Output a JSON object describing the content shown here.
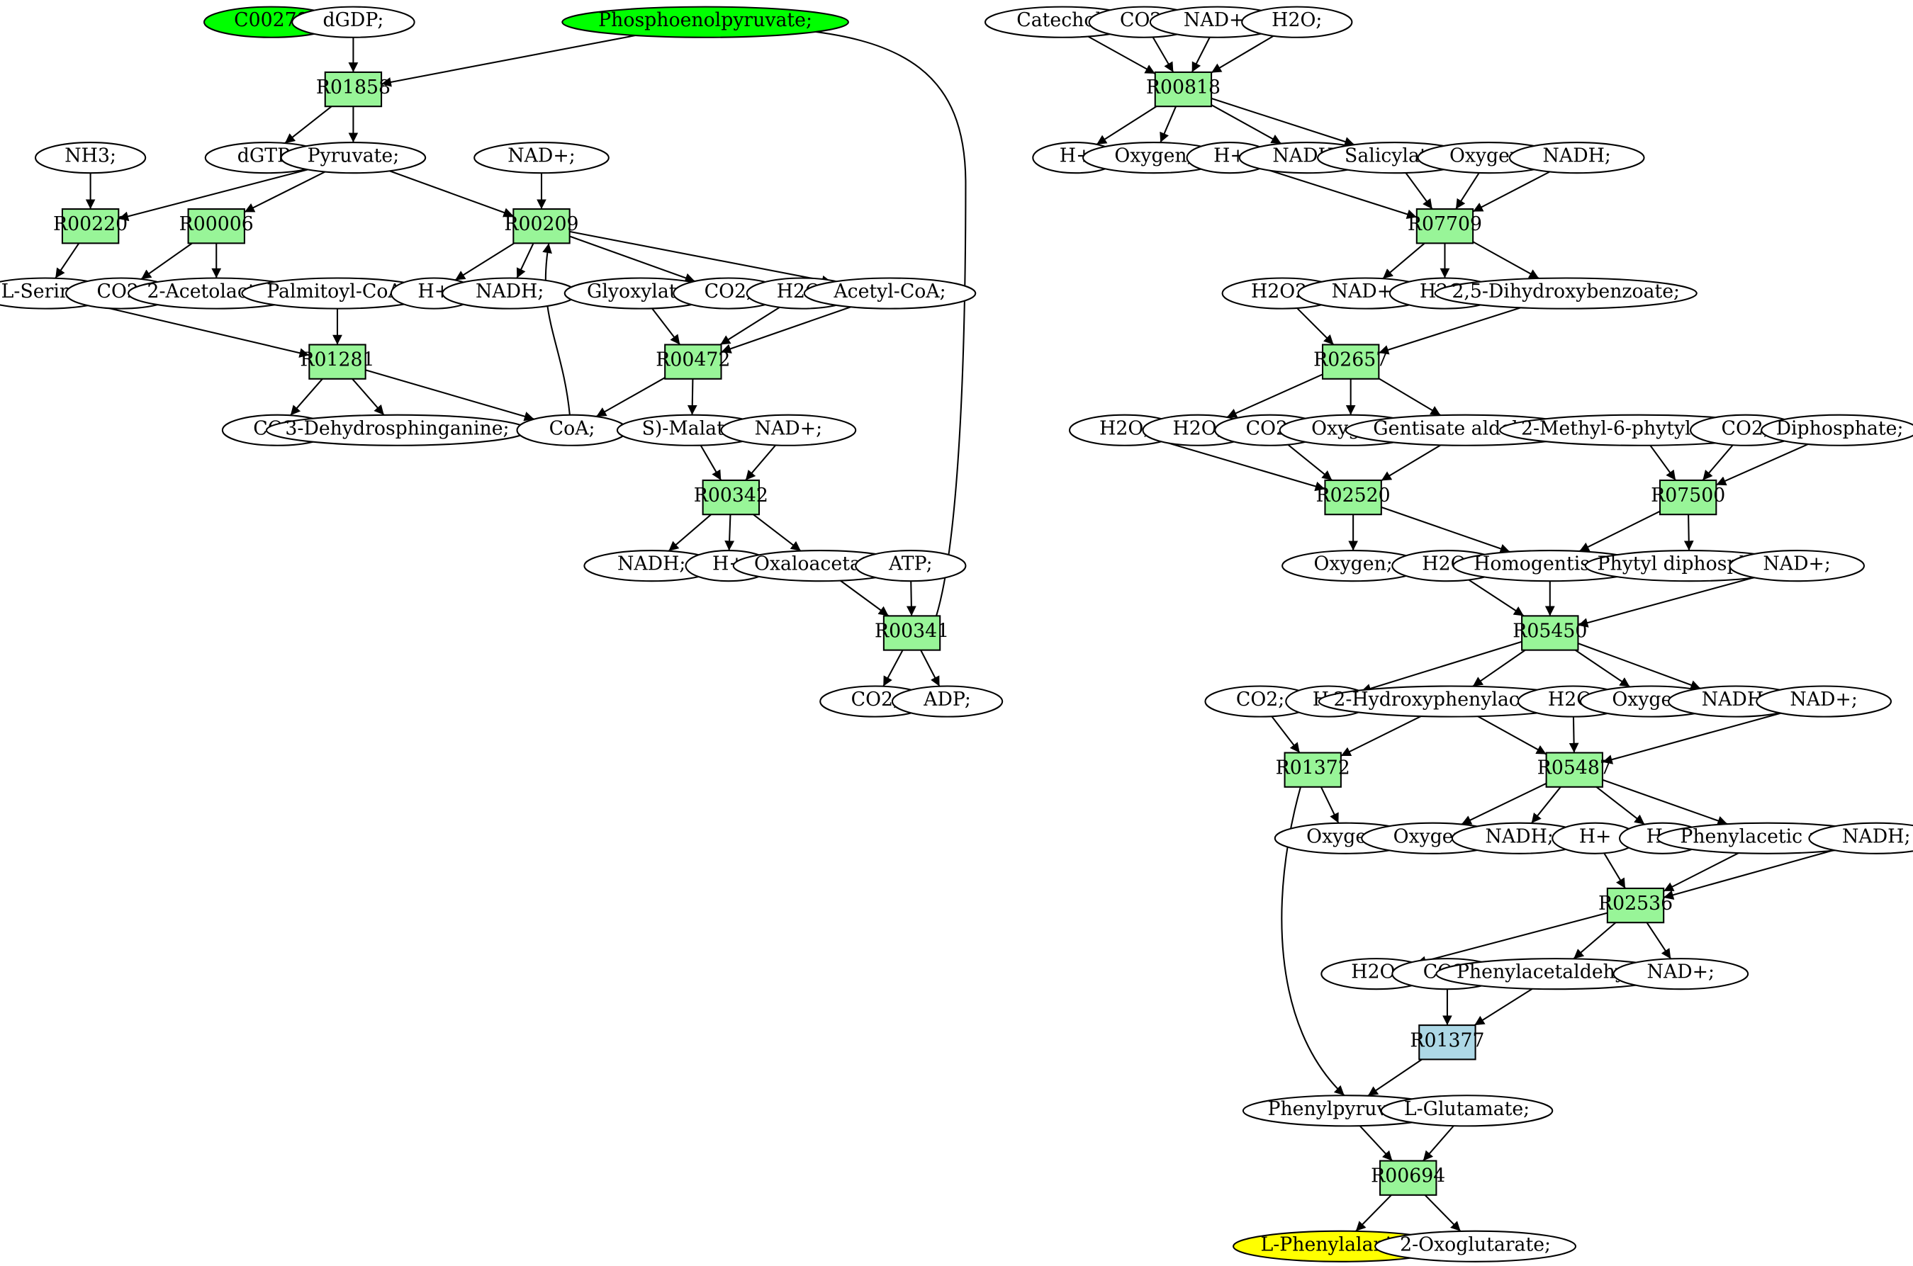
{
  "colors": {
    "reaction": "#98f598",
    "reaction_target": "#add8e6",
    "compound": "#ffffff",
    "compound_source": "#00ff00",
    "compound_target": "#ffff00"
  },
  "nodes": [
    {
      "id": "c_c00279",
      "label": "C00279",
      "kind": "compound_source"
    },
    {
      "id": "c_dgdp",
      "label": "dGDP;",
      "kind": "compound"
    },
    {
      "id": "c_pep",
      "label": "Phosphoenolpyruvate;",
      "kind": "compound_source"
    },
    {
      "id": "r_r01858",
      "label": "R01858",
      "kind": "reaction"
    },
    {
      "id": "c_dgtp",
      "label": "dGTP;",
      "kind": "compound"
    },
    {
      "id": "c_pyruvate",
      "label": "Pyruvate;",
      "kind": "compound"
    },
    {
      "id": "c_nh3",
      "label": "NH3;",
      "kind": "compound"
    },
    {
      "id": "c_nadp_a",
      "label": "NAD+;",
      "kind": "compound"
    },
    {
      "id": "r_r00220",
      "label": "R00220",
      "kind": "reaction"
    },
    {
      "id": "r_r00006",
      "label": "R00006",
      "kind": "reaction"
    },
    {
      "id": "r_r00209",
      "label": "R00209",
      "kind": "reaction"
    },
    {
      "id": "c_lserine",
      "label": "L-Serine;",
      "kind": "compound"
    },
    {
      "id": "c_co2_a",
      "label": "CO2;",
      "kind": "compound"
    },
    {
      "id": "c_acetolactate",
      "label": "2-Acetolactate",
      "kind": "compound"
    },
    {
      "id": "c_palmitoyl",
      "label": "Palmitoyl-CoA;",
      "kind": "compound"
    },
    {
      "id": "c_hplus_a",
      "label": "H+",
      "kind": "compound"
    },
    {
      "id": "c_nadh_a",
      "label": "NADH;",
      "kind": "compound"
    },
    {
      "id": "c_glyoxylate",
      "label": "Glyoxylate;",
      "kind": "compound"
    },
    {
      "id": "c_co2_b",
      "label": "CO2;",
      "kind": "compound"
    },
    {
      "id": "c_h2o_a",
      "label": "H2O;",
      "kind": "compound"
    },
    {
      "id": "c_acetylcoa",
      "label": "Acetyl-CoA;",
      "kind": "compound"
    },
    {
      "id": "r_r01281",
      "label": "R01281",
      "kind": "reaction"
    },
    {
      "id": "r_r00472",
      "label": "R00472",
      "kind": "reaction"
    },
    {
      "id": "c_co2_c",
      "label": "CO2;",
      "kind": "compound"
    },
    {
      "id": "c_dehydrosph",
      "label": "3-Dehydrosphinganine;",
      "kind": "compound"
    },
    {
      "id": "c_coa",
      "label": "CoA;",
      "kind": "compound"
    },
    {
      "id": "c_smalate",
      "label": "S)-Malate;",
      "kind": "compound"
    },
    {
      "id": "c_nadp_b",
      "label": "NAD+;",
      "kind": "compound"
    },
    {
      "id": "r_r00342",
      "label": "R00342",
      "kind": "reaction"
    },
    {
      "id": "c_nadh_b",
      "label": "NADH;",
      "kind": "compound"
    },
    {
      "id": "c_hplus_b",
      "label": "H+",
      "kind": "compound"
    },
    {
      "id": "c_oxaloacetate",
      "label": "Oxaloacetate;",
      "kind": "compound"
    },
    {
      "id": "c_atp",
      "label": "ATP;",
      "kind": "compound"
    },
    {
      "id": "r_r00341",
      "label": "R00341",
      "kind": "reaction"
    },
    {
      "id": "c_co2_d",
      "label": "CO2;",
      "kind": "compound"
    },
    {
      "id": "c_adp",
      "label": "ADP;",
      "kind": "compound"
    },
    {
      "id": "c_catechol",
      "label": "Catechol;",
      "kind": "compound"
    },
    {
      "id": "c_co2_e",
      "label": "CO2;",
      "kind": "compound"
    },
    {
      "id": "c_nadp_c",
      "label": "NAD+;",
      "kind": "compound"
    },
    {
      "id": "c_h2o_b",
      "label": "H2O;",
      "kind": "compound"
    },
    {
      "id": "r_r00818",
      "label": "R00818",
      "kind": "reaction"
    },
    {
      "id": "c_hplus_c",
      "label": "H+",
      "kind": "compound"
    },
    {
      "id": "c_oxygen_a",
      "label": "Oxygen;",
      "kind": "compound"
    },
    {
      "id": "c_hplus_d",
      "label": "H+",
      "kind": "compound"
    },
    {
      "id": "c_nadh_c",
      "label": "NADH;",
      "kind": "compound"
    },
    {
      "id": "c_salicylate",
      "label": "Salicylate;",
      "kind": "compound"
    },
    {
      "id": "c_oxygen_b",
      "label": "Oxygen;",
      "kind": "compound"
    },
    {
      "id": "c_nadh_d",
      "label": "NADH;",
      "kind": "compound"
    },
    {
      "id": "r_r07709",
      "label": "R07709",
      "kind": "reaction"
    },
    {
      "id": "c_h2o2",
      "label": "H2O2;",
      "kind": "compound"
    },
    {
      "id": "c_nadp_d",
      "label": "NAD+;",
      "kind": "compound"
    },
    {
      "id": "c_h2o_c",
      "label": "H2O;",
      "kind": "compound"
    },
    {
      "id": "c_dhb",
      "label": "2,5-Dihydroxybenzoate;",
      "kind": "compound"
    },
    {
      "id": "r_r02657",
      "label": "R02657",
      "kind": "reaction"
    },
    {
      "id": "c_h2o_d",
      "label": "H2O;",
      "kind": "compound"
    },
    {
      "id": "c_h2o_e",
      "label": "H2O;",
      "kind": "compound"
    },
    {
      "id": "c_co2_f",
      "label": "CO2;",
      "kind": "compound"
    },
    {
      "id": "c_oxygen_c",
      "label": "Oxygen;",
      "kind": "compound"
    },
    {
      "id": "c_gentisate",
      "label": "Gentisate aldehyde",
      "kind": "compound"
    },
    {
      "id": "c_methylphytyl",
      "label": "2-Methyl-6-phytylquinol;",
      "kind": "compound"
    },
    {
      "id": "c_co2_g",
      "label": "CO2;",
      "kind": "compound"
    },
    {
      "id": "c_diphosphate",
      "label": "Diphosphate;",
      "kind": "compound"
    },
    {
      "id": "r_r02520",
      "label": "R02520",
      "kind": "reaction"
    },
    {
      "id": "r_r07500",
      "label": "R07500",
      "kind": "reaction"
    },
    {
      "id": "c_oxygen_d",
      "label": "Oxygen;",
      "kind": "compound"
    },
    {
      "id": "c_h2o_f",
      "label": "H2O;",
      "kind": "compound"
    },
    {
      "id": "c_homogentisate",
      "label": "Homogentisate;",
      "kind": "compound"
    },
    {
      "id": "c_phytyl",
      "label": "Phytyl diphosphate",
      "kind": "compound"
    },
    {
      "id": "c_nadp_e",
      "label": "NAD+;",
      "kind": "compound"
    },
    {
      "id": "r_r05450",
      "label": "R05450",
      "kind": "reaction"
    },
    {
      "id": "c_co2_h",
      "label": "CO2;",
      "kind": "compound"
    },
    {
      "id": "c_hplus_e",
      "label": "H+",
      "kind": "compound"
    },
    {
      "id": "c_hydroxyphenyl",
      "label": "2-Hydroxyphenylacetate",
      "kind": "compound"
    },
    {
      "id": "c_h2o_g",
      "label": "H2O;",
      "kind": "compound"
    },
    {
      "id": "c_oxygen_e",
      "label": "Oxygen;",
      "kind": "compound"
    },
    {
      "id": "c_nadh_e",
      "label": "NADH;",
      "kind": "compound"
    },
    {
      "id": "c_nadp_f",
      "label": "NAD+;",
      "kind": "compound"
    },
    {
      "id": "r_r01372",
      "label": "R01372",
      "kind": "reaction"
    },
    {
      "id": "r_r05487",
      "label": "R05487",
      "kind": "reaction"
    },
    {
      "id": "c_oxygen_f",
      "label": "Oxygen;",
      "kind": "compound"
    },
    {
      "id": "c_oxygen_g",
      "label": "Oxygen;",
      "kind": "compound"
    },
    {
      "id": "c_nadh_f",
      "label": "NADH;",
      "kind": "compound"
    },
    {
      "id": "c_hplus_f",
      "label": "H+",
      "kind": "compound"
    },
    {
      "id": "c_hplus_g",
      "label": "H+",
      "kind": "compound"
    },
    {
      "id": "c_phenylacetic",
      "label": "Phenylacetic acid;",
      "kind": "compound"
    },
    {
      "id": "c_nadh_g",
      "label": "NADH;",
      "kind": "compound"
    },
    {
      "id": "r_r02536",
      "label": "R02536",
      "kind": "reaction"
    },
    {
      "id": "c_h2o_h",
      "label": "H2O;",
      "kind": "compound"
    },
    {
      "id": "c_co2_i",
      "label": "CO2;",
      "kind": "compound"
    },
    {
      "id": "c_phenylacetaldehyde",
      "label": "Phenylacetaldehyde;",
      "kind": "compound"
    },
    {
      "id": "c_nadp_g",
      "label": "NAD+;",
      "kind": "compound"
    },
    {
      "id": "r_r01377",
      "label": "R01377",
      "kind": "reaction_target"
    },
    {
      "id": "c_phenylpyruvate",
      "label": "Phenylpyruvate;",
      "kind": "compound"
    },
    {
      "id": "c_lglutamate",
      "label": "L-Glutamate;",
      "kind": "compound"
    },
    {
      "id": "r_r00694",
      "label": "R00694",
      "kind": "reaction"
    },
    {
      "id": "c_lphenylalanine",
      "label": "L-Phenylalanine;",
      "kind": "compound_target"
    },
    {
      "id": "c_oxoglutarate",
      "label": "2-Oxoglutarate;",
      "kind": "compound"
    }
  ],
  "edges": [
    [
      "c_dgdp",
      "r_r01858"
    ],
    [
      "c_pep",
      "r_r01858"
    ],
    [
      "r_r01858",
      "c_dgtp"
    ],
    [
      "r_r01858",
      "c_pyruvate"
    ],
    [
      "c_nh3",
      "r_r00220"
    ],
    [
      "c_pyruvate",
      "r_r00220"
    ],
    [
      "c_pyruvate",
      "r_r00006"
    ],
    [
      "c_pyruvate",
      "r_r00209"
    ],
    [
      "c_nadp_a",
      "r_r00209"
    ],
    [
      "r_r00220",
      "c_lserine"
    ],
    [
      "r_r00006",
      "c_co2_a"
    ],
    [
      "r_r00006",
      "c_acetolactate"
    ],
    [
      "r_r00209",
      "c_hplus_a"
    ],
    [
      "r_r00209",
      "c_nadh_a"
    ],
    [
      "r_r00209",
      "c_co2_b"
    ],
    [
      "r_r00209",
      "c_acetylcoa"
    ],
    [
      "c_coa",
      "r_r00209"
    ],
    [
      "c_lserine",
      "r_r01281"
    ],
    [
      "c_palmitoyl",
      "r_r01281"
    ],
    [
      "r_r01281",
      "c_co2_c"
    ],
    [
      "r_r01281",
      "c_dehydrosph"
    ],
    [
      "r_r01281",
      "c_coa"
    ],
    [
      "c_glyoxylate",
      "r_r00472"
    ],
    [
      "c_h2o_a",
      "r_r00472"
    ],
    [
      "c_acetylcoa",
      "r_r00472"
    ],
    [
      "r_r00472",
      "c_coa"
    ],
    [
      "r_r00472",
      "c_smalate"
    ],
    [
      "c_smalate",
      "r_r00342"
    ],
    [
      "c_nadp_b",
      "r_r00342"
    ],
    [
      "r_r00342",
      "c_nadh_b"
    ],
    [
      "r_r00342",
      "c_hplus_b"
    ],
    [
      "r_r00342",
      "c_oxaloacetate"
    ],
    [
      "c_oxaloacetate",
      "r_r00341"
    ],
    [
      "c_atp",
      "r_r00341"
    ],
    [
      "r_r00341",
      "c_co2_d"
    ],
    [
      "r_r00341",
      "c_adp"
    ],
    [
      "r_r00341",
      "c_pep"
    ],
    [
      "c_catechol",
      "r_r00818"
    ],
    [
      "c_co2_e",
      "r_r00818"
    ],
    [
      "c_nadp_c",
      "r_r00818"
    ],
    [
      "c_h2o_b",
      "r_r00818"
    ],
    [
      "r_r00818",
      "c_hplus_c"
    ],
    [
      "r_r00818",
      "c_oxygen_a"
    ],
    [
      "r_r00818",
      "c_nadh_c"
    ],
    [
      "r_r00818",
      "c_salicylate"
    ],
    [
      "c_hplus_d",
      "r_r07709"
    ],
    [
      "c_salicylate",
      "r_r07709"
    ],
    [
      "c_oxygen_b",
      "r_r07709"
    ],
    [
      "c_nadh_d",
      "r_r07709"
    ],
    [
      "r_r07709",
      "c_nadp_d"
    ],
    [
      "r_r07709",
      "c_h2o_c"
    ],
    [
      "r_r07709",
      "c_dhb"
    ],
    [
      "c_h2o2",
      "r_r02657"
    ],
    [
      "c_dhb",
      "r_r02657"
    ],
    [
      "r_r02657",
      "c_h2o_e"
    ],
    [
      "r_r02657",
      "c_oxygen_c"
    ],
    [
      "r_r02657",
      "c_gentisate"
    ],
    [
      "c_h2o_d",
      "r_r02520"
    ],
    [
      "c_co2_f",
      "r_r02520"
    ],
    [
      "c_gentisate",
      "r_r02520"
    ],
    [
      "r_r02520",
      "c_oxygen_d"
    ],
    [
      "r_r02520",
      "c_homogentisate"
    ],
    [
      "c_methylphytyl",
      "r_r07500"
    ],
    [
      "c_co2_g",
      "r_r07500"
    ],
    [
      "c_diphosphate",
      "r_r07500"
    ],
    [
      "r_r07500",
      "c_homogentisate"
    ],
    [
      "r_r07500",
      "c_phytyl"
    ],
    [
      "c_h2o_f",
      "r_r05450"
    ],
    [
      "c_homogentisate",
      "r_r05450"
    ],
    [
      "c_nadp_e",
      "r_r05450"
    ],
    [
      "r_r05450",
      "c_hplus_e"
    ],
    [
      "r_r05450",
      "c_hydroxyphenyl"
    ],
    [
      "r_r05450",
      "c_oxygen_e"
    ],
    [
      "r_r05450",
      "c_nadh_e"
    ],
    [
      "c_co2_h",
      "r_r01372"
    ],
    [
      "c_hydroxyphenyl",
      "r_r01372"
    ],
    [
      "c_hydroxyphenyl",
      "r_r05487"
    ],
    [
      "c_h2o_g",
      "r_r05487"
    ],
    [
      "c_nadp_f",
      "r_r05487"
    ],
    [
      "r_r01372",
      "c_oxygen_f"
    ],
    [
      "r_r01372",
      "c_phenylpyruvate"
    ],
    [
      "r_r05487",
      "c_oxygen_g"
    ],
    [
      "r_r05487",
      "c_nadh_f"
    ],
    [
      "r_r05487",
      "c_hplus_g"
    ],
    [
      "r_r05487",
      "c_phenylacetic"
    ],
    [
      "c_hplus_f",
      "r_r02536"
    ],
    [
      "c_phenylacetic",
      "r_r02536"
    ],
    [
      "c_nadh_g",
      "r_r02536"
    ],
    [
      "r_r02536",
      "c_h2o_h"
    ],
    [
      "r_r02536",
      "c_phenylacetaldehyde"
    ],
    [
      "r_r02536",
      "c_nadp_g"
    ],
    [
      "c_co2_i",
      "r_r01377"
    ],
    [
      "c_phenylacetaldehyde",
      "r_r01377"
    ],
    [
      "r_r01377",
      "c_phenylpyruvate"
    ],
    [
      "c_phenylpyruvate",
      "r_r00694"
    ],
    [
      "c_lglutamate",
      "r_r00694"
    ],
    [
      "r_r00694",
      "c_lphenylalanine"
    ],
    [
      "r_r00694",
      "c_oxoglutarate"
    ]
  ]
}
